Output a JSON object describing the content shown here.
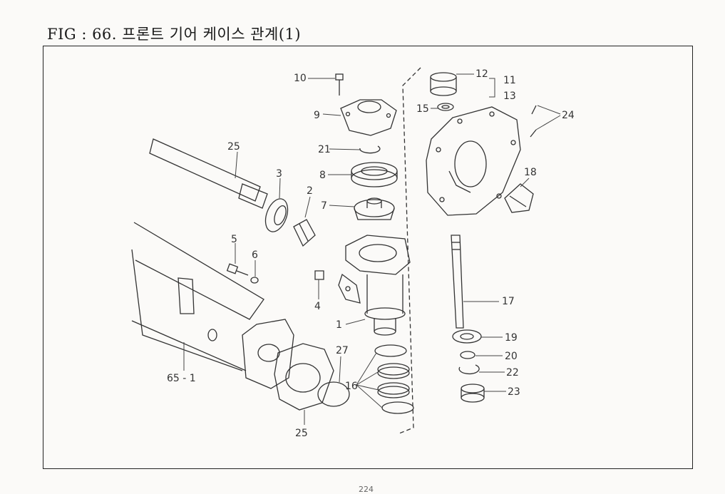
{
  "page": {
    "title": "FIG : 66. 프론트 기어 케이스 관계(1)",
    "page_number": "224"
  },
  "callouts": {
    "c10": "10",
    "c12": "12",
    "c11": "11",
    "c13": "13",
    "c15": "15",
    "c24": "24",
    "c9": "9",
    "c21": "21",
    "c8": "8",
    "c7": "7",
    "c25a": "25",
    "c3": "3",
    "c2": "2",
    "c18": "18",
    "c5": "5",
    "c6": "6",
    "c4": "4",
    "c1": "1",
    "c17": "17",
    "c19": "19",
    "c20": "20",
    "c22": "22",
    "c23": "23",
    "c27": "27",
    "c16": "16",
    "c65": "65 - 1",
    "c25b": "25"
  }
}
